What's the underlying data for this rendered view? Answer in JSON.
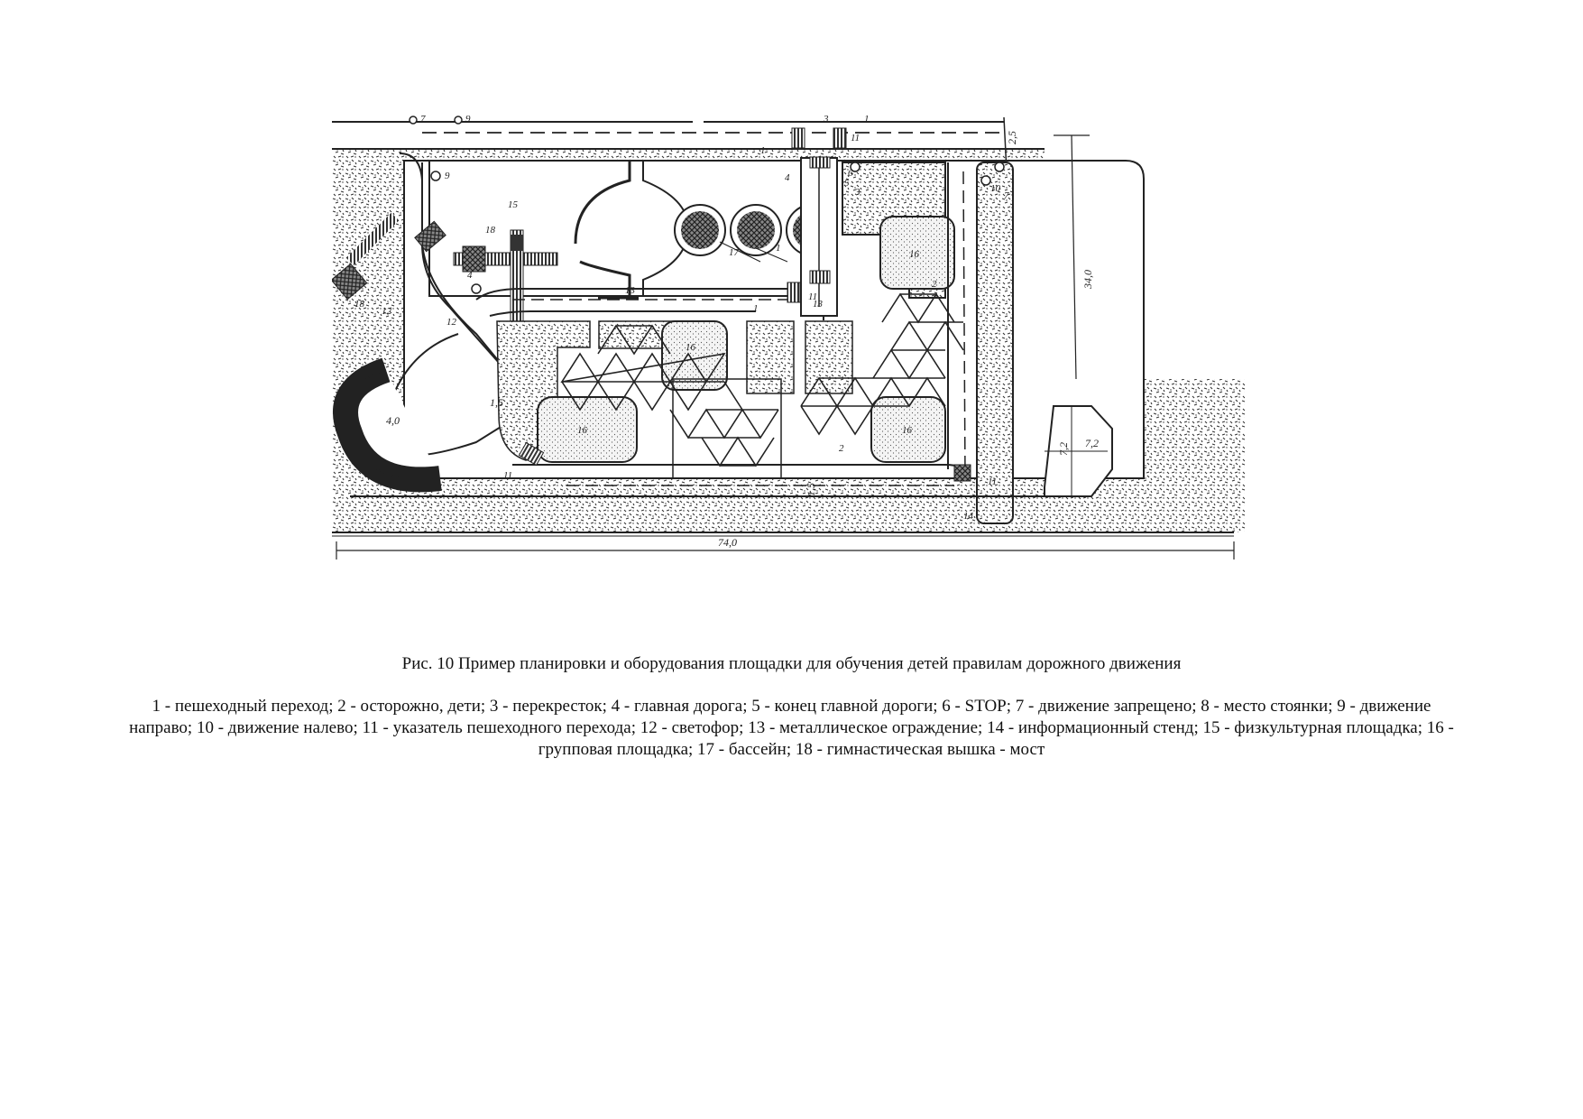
{
  "figure": {
    "caption": "Рис. 10 Пример планировки и оборудования площадки для обучения детей правилам дорожного движения",
    "legend_text": "1 - пешеходный переход; 2 - осторожно, дети; 3 - перекресток; 4 - главная дорога; 5 - конец главной дороги; 6 - STOP; 7 - движение запрещено; 8 - место стоянки; 9 - движение направо; 10 - движение налево; 11 - указатель пешеходного перехода; 12 - светофор; 13 - металлическое ограждение; 14 - информационный стенд; 15 - физкультурная площадка; 16 - групповая площадка; 17 - бассейн; 18 - гимнастическая вышка - мост",
    "legend_items": [
      {
        "num": "1",
        "label": "пешеходный переход"
      },
      {
        "num": "2",
        "label": "осторожно, дети"
      },
      {
        "num": "3",
        "label": "перекресток"
      },
      {
        "num": "4",
        "label": "главная дорога"
      },
      {
        "num": "5",
        "label": "конец главной дороги"
      },
      {
        "num": "6",
        "label": "STOP"
      },
      {
        "num": "7",
        "label": "движение запрещено"
      },
      {
        "num": "8",
        "label": "место стоянки"
      },
      {
        "num": "9",
        "label": "движение направо"
      },
      {
        "num": "10",
        "label": "движение налево"
      },
      {
        "num": "11",
        "label": "указатель пешеходного перехода"
      },
      {
        "num": "12",
        "label": "светофор"
      },
      {
        "num": "13",
        "label": "металлическое ограждение"
      },
      {
        "num": "14",
        "label": "информационный стенд"
      },
      {
        "num": "15",
        "label": "физкультурная площадка"
      },
      {
        "num": "16",
        "label": "групповая площадка"
      },
      {
        "num": "17",
        "label": "бассейн"
      },
      {
        "num": "18",
        "label": "гимнастическая вышка - мост"
      }
    ],
    "dimensions": {
      "total_width": "74,0",
      "total_height": "34,0",
      "road_width_top": "2,5",
      "turn_radius": "4,0",
      "crossing_width": "1,5",
      "road_width_bottom": "1,5",
      "parking_height": "7,2",
      "parking_width": "7,2"
    },
    "diagram_labels": {
      "top_sign_7": "7",
      "top_sign_9": "9",
      "top_sign_3": "3",
      "top_sign_1": "1",
      "sign_11_top": "11",
      "area_15": "15",
      "area_16a": "16",
      "area_16b": "16",
      "area_16c": "16",
      "area_16d": "16",
      "pool_17": "17",
      "tower_18a": "18",
      "tower_18b": "18",
      "fence_13a": "13",
      "fence_13b": "13",
      "sign_9": "9",
      "sign_4a": "4",
      "sign_4b": "4",
      "sign_1a": "1",
      "sign_1b": "1",
      "sign_1c": "1",
      "sign_2a": "2",
      "sign_2b": "2",
      "sign_11a": "11",
      "sign_11b": "11",
      "sign_11c": "11",
      "sign_12a": "12",
      "sign_12b": "12",
      "sign_6": "6",
      "sign_5": "5",
      "sign_3": "3",
      "sign_10": "10",
      "sign_7": "7",
      "stand_14": "14"
    }
  }
}
